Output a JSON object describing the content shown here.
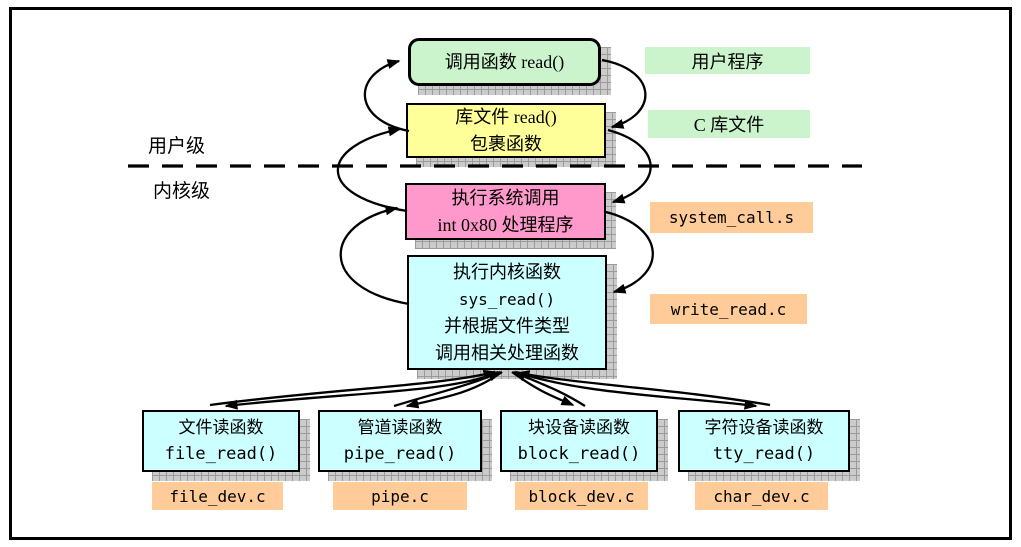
{
  "diagram": {
    "title_semantic": "read() system call flow (user level to kernel level)",
    "left_labels": {
      "user_level": "用户级",
      "kernel_level": "内核级"
    },
    "boxes": {
      "user_call": {
        "lines": [
          "调用函数 read()"
        ]
      },
      "lib_read": {
        "lines": [
          "库文件 read()",
          "包裹函数"
        ]
      },
      "sys_call": {
        "lines": [
          "执行系统调用",
          "int 0x80 处理程序"
        ]
      },
      "kernel_fn": {
        "lines": [
          "执行内核函数",
          "sys_read()",
          "并根据文件类型",
          "调用相关处理函数"
        ]
      },
      "file_read": {
        "lines": [
          "文件读函数",
          "file_read()"
        ]
      },
      "pipe_read": {
        "lines": [
          "管道读函数",
          "pipe_read()"
        ]
      },
      "block_read": {
        "lines": [
          "块设备读函数",
          "block_read()"
        ]
      },
      "tty_read": {
        "lines": [
          "字符设备读函数",
          "tty_read()"
        ]
      }
    },
    "side_labels": {
      "user_program": "用户程序",
      "c_library": "C 库文件",
      "system_call_s": "system_call.s",
      "write_read_c": "write_read.c",
      "file_dev_c": "file_dev.c",
      "pipe_c": "pipe.c",
      "block_dev_c": "block_dev.c",
      "char_dev_c": "char_dev.c"
    },
    "colors": {
      "box_green": "#ccf4cc",
      "box_yellow": "#ffff99",
      "box_pink": "#ff99cc",
      "box_cyan": "#ccffff",
      "label_green": "#ccf4cc",
      "label_orange": "#ffcc99",
      "shadow_gray": "#cbcbcb",
      "line_black": "#000000"
    }
  }
}
